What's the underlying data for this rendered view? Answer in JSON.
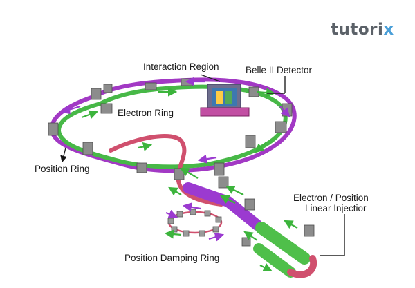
{
  "logo": {
    "text": "tutori",
    "accent": "x"
  },
  "labels": {
    "interaction_region": "Interaction Region",
    "belle_detector": "Belle II Detector",
    "electron_ring": "Electron Ring",
    "position_ring": "Position Ring",
    "injection_line1": "Electron / Position",
    "injection_line2": "Linear Injectior",
    "damping_ring": "Position Damping Ring"
  },
  "colors": {
    "electron_ring": "#47b847",
    "positron_ring": "#a239c4",
    "transfer_line": "#d0506e",
    "magnet": "#8c8c8c",
    "detector": "#6e6e8e",
    "arrow_green": "#3cb43c",
    "arrow_purple": "#9b3ad0",
    "logo_gray": "#5b6168",
    "logo_blue": "#4a9fd8"
  }
}
